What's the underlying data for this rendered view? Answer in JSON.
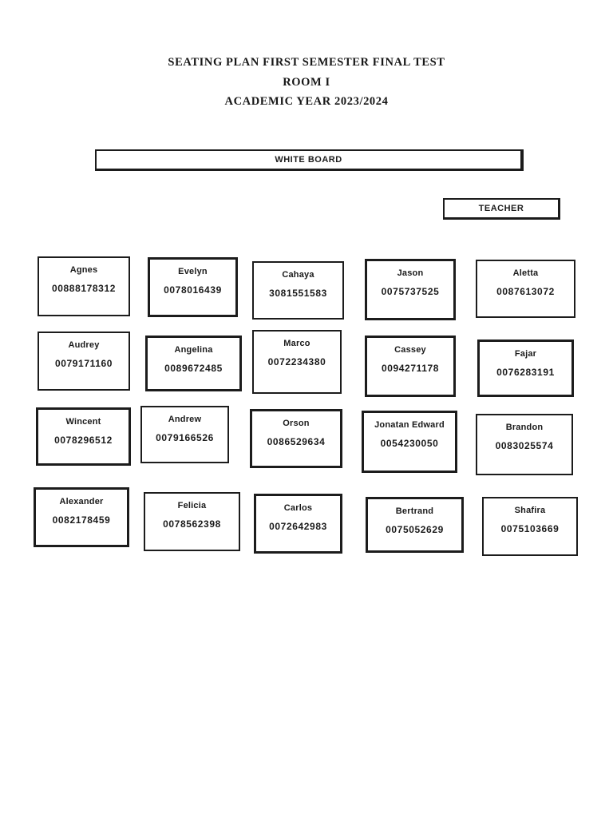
{
  "document": {
    "title_lines": [
      "SEATING PLAN FIRST SEMESTER FINAL TEST",
      "ROOM I",
      "ACADEMIC YEAR 2023/2024"
    ]
  },
  "room": {
    "whiteboard_label": "WHITE BOARD",
    "teacher_label": "TEACHER"
  },
  "seats": [
    {
      "name": "Agnes",
      "id": "00888178312"
    },
    {
      "name": "Evelyn",
      "id": "0078016439"
    },
    {
      "name": "Cahaya",
      "id": "3081551583"
    },
    {
      "name": "Jason",
      "id": "0075737525"
    },
    {
      "name": "Aletta",
      "id": "0087613072"
    },
    {
      "name": "Audrey",
      "id": "0079171160"
    },
    {
      "name": "Angelina",
      "id": "0089672485"
    },
    {
      "name": "Marco",
      "id": "0072234380"
    },
    {
      "name": "Cassey",
      "id": "0094271178"
    },
    {
      "name": "Fajar",
      "id": "0076283191"
    },
    {
      "name": "Wincent",
      "id": "0078296512"
    },
    {
      "name": "Andrew",
      "id": "0079166526"
    },
    {
      "name": "Orson",
      "id": "0086529634"
    },
    {
      "name": "Jonatan Edward",
      "id": "0054230050"
    },
    {
      "name": "Brandon",
      "id": "0083025574"
    },
    {
      "name": "Alexander",
      "id": "0082178459"
    },
    {
      "name": "Felicia",
      "id": "0078562398"
    },
    {
      "name": "Carlos",
      "id": "0072642983"
    },
    {
      "name": "Bertrand",
      "id": "0075052629"
    },
    {
      "name": "Shafira",
      "id": "0075103669"
    }
  ],
  "colors": {
    "ink": "#1c1c1c",
    "paper": "#ffffff"
  }
}
